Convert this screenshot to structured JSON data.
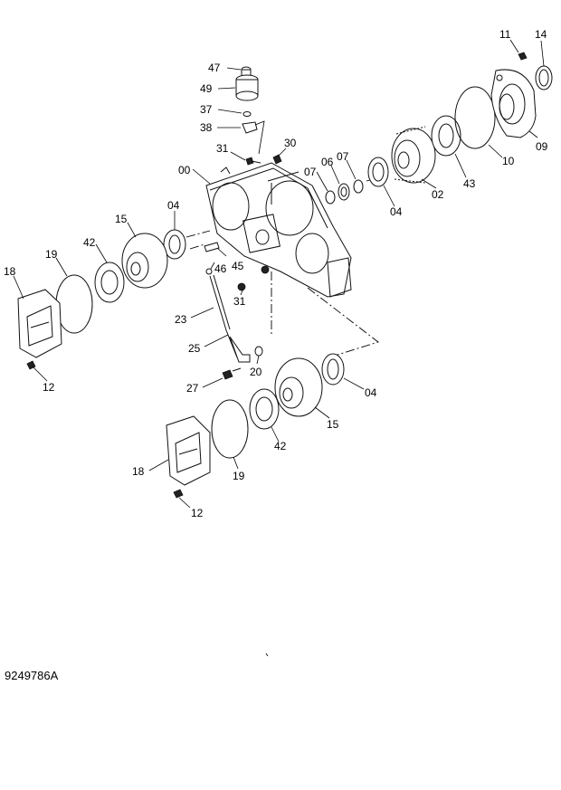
{
  "drawing_number": "9249786A",
  "callouts": {
    "c47": "47",
    "c49": "49",
    "c37": "37",
    "c38": "38",
    "c31a": "31",
    "c30": "30",
    "c00": "00",
    "c07a": "07",
    "c06": "06",
    "c07b": "07",
    "c04a": "04",
    "c15a": "15",
    "c42a": "42",
    "c19a": "19",
    "c18a": "18",
    "c45": "45",
    "c46": "46",
    "c31b": "31",
    "c23": "23",
    "c25": "25",
    "c20": "20",
    "c27": "27",
    "c12a": "12",
    "c11": "11",
    "c14": "14",
    "c09": "09",
    "c10": "10",
    "c43": "43",
    "c02": "02",
    "c04b": "04",
    "c04c": "04",
    "c15b": "15",
    "c42b": "42",
    "c19b": "19",
    "c18b": "18",
    "c12b": "12"
  }
}
